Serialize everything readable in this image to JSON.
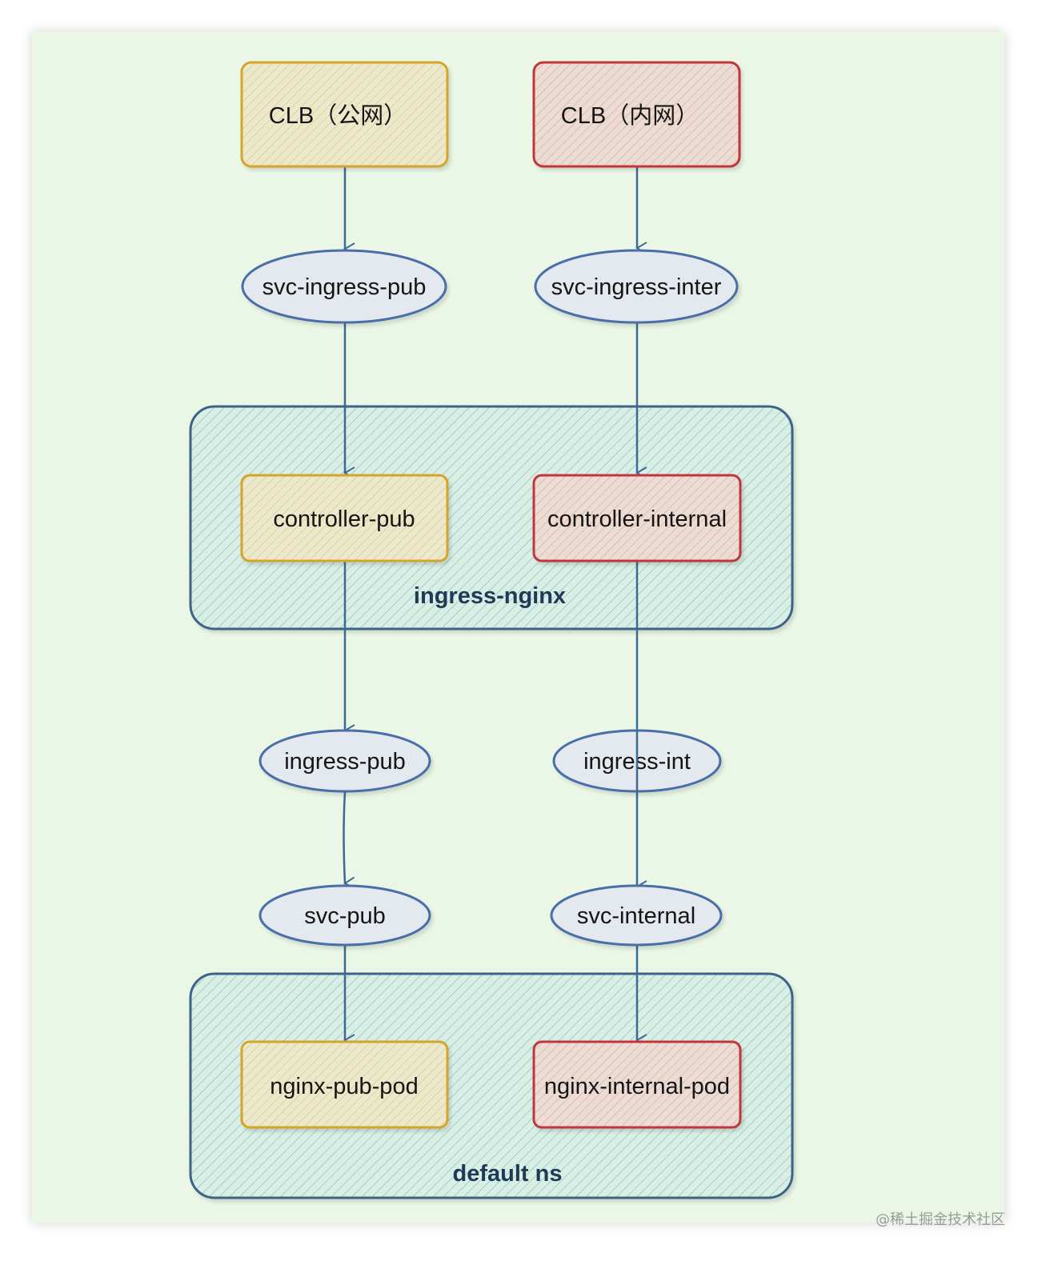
{
  "colors": {
    "background": "#eaf7e6",
    "edge": "#3d6a93",
    "public_stroke": "#d4a52a",
    "public_fill": "#efe9c8",
    "internal_stroke": "#c2363a",
    "internal_fill": "#eed9d3",
    "service_stroke": "#4a6ea8",
    "service_fill": "#e3e9ee",
    "group_stroke": "#3c6388",
    "group_fill": "#d2ece3",
    "group_label": "#1f3a57"
  },
  "groups": {
    "ingress_nginx": "ingress-nginx",
    "default_ns": "default ns"
  },
  "nodes": {
    "clb_public": "CLB（公网）",
    "clb_internal": "CLB（内网）",
    "svc_ingress_pub": "svc-ingress-pub",
    "svc_ingress_inter": "svc-ingress-inter",
    "controller_pub": "controller-pub",
    "controller_internal": "controller-internal",
    "ingress_pub": "ingress-pub",
    "ingress_int": "ingress-int",
    "svc_pub": "svc-pub",
    "svc_internal": "svc-internal",
    "nginx_pub_pod": "nginx-pub-pod",
    "nginx_internal_pod": "nginx-internal-pod"
  },
  "watermark": "@稀土掘金技术社区"
}
